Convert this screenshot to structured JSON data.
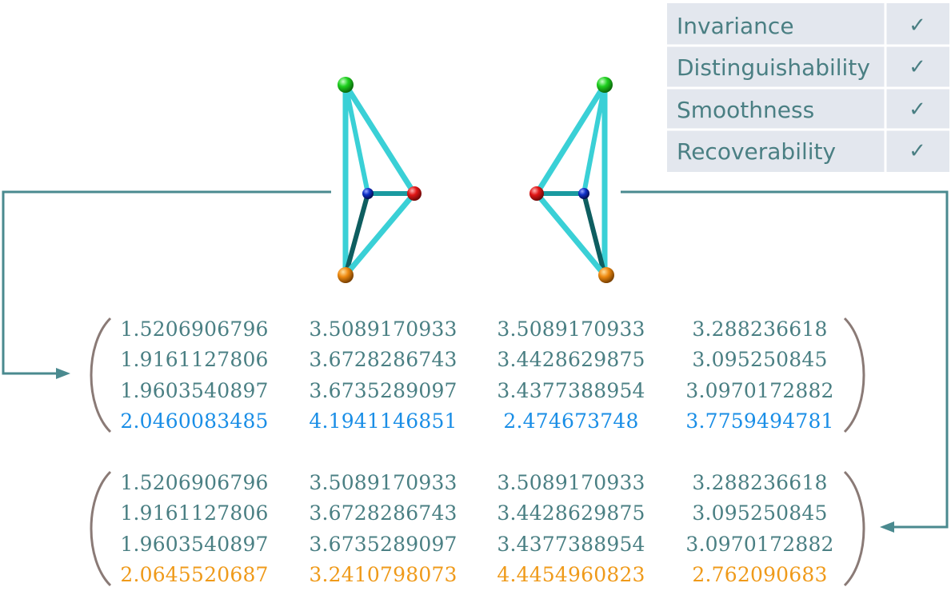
{
  "properties": [
    {
      "label": "Invariance",
      "check": "✓"
    },
    {
      "label": "Distinguishability",
      "check": "✓"
    },
    {
      "label": "Smoothness",
      "check": "✓"
    },
    {
      "label": "Recoverability",
      "check": "✓"
    }
  ],
  "matrices": [
    {
      "rows": [
        [
          "1.5206906796",
          "3.5089170933",
          "3.5089170933",
          "3.288236618"
        ],
        [
          "1.9161127806",
          "3.6728286743",
          "3.4428629875",
          "3.095250845"
        ],
        [
          "1.9603540897",
          "3.6735289097",
          "3.4377388954",
          "3.0970172882"
        ],
        [
          "2.0460083485",
          "4.1941146851",
          "2.474673748",
          "3.7759494781"
        ]
      ],
      "highlight_color": "#1a8ee6"
    },
    {
      "rows": [
        [
          "1.5206906796",
          "3.5089170933",
          "3.5089170933",
          "3.288236618"
        ],
        [
          "1.9161127806",
          "3.6728286743",
          "3.4428629875",
          "3.095250845"
        ],
        [
          "1.9603540897",
          "3.6735289097",
          "3.4377388954",
          "3.0970172882"
        ],
        [
          "2.0645520687",
          "3.2410798073",
          "4.4454960823",
          "2.762090683"
        ]
      ],
      "highlight_color": "#ef9a1a"
    }
  ],
  "colors": {
    "text": "#4a7f83",
    "arrow": "#4a8a8f",
    "bracket": "#8a7a76",
    "table_bg": "#e3e7ee",
    "edge_light": "#3ad0d6",
    "edge_dark": "#0e5e60",
    "atom_green": "#1fd11f",
    "atom_red": "#e01515",
    "atom_blue": "#1030c8",
    "atom_orange": "#ef8a10"
  },
  "icons": [
    "checkmark-icon",
    "arrow-head-icon"
  ]
}
